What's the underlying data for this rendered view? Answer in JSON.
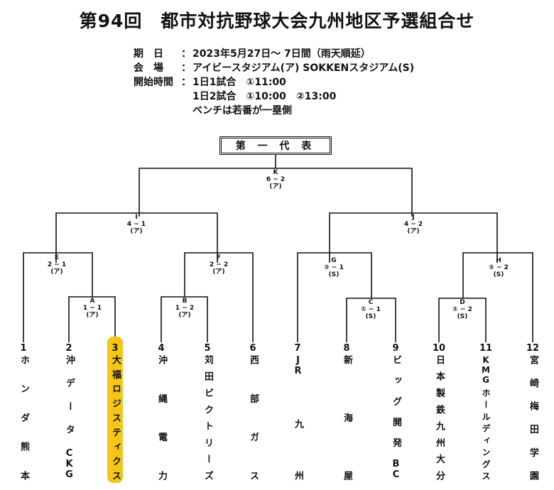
{
  "title": "第94回　都市対抗野球大会九州地区予選組合せ",
  "info": {
    "period_label": "期　日",
    "period_value": "2023年5月27日～ 7日間（雨天順延）",
    "venue_label": "会　場",
    "venue_value": "アイビースタジアム(ア)  SOKKENスタジアム(S)",
    "time_label": "開始時間",
    "time_value_1": "1日1試合　①11:00",
    "time_value_2a": "1日2試合　①10:00",
    "time_value_2b": "②13:00",
    "bench_note": "ベンチは若番が一塁側"
  },
  "champion_label": "第 一 代 表",
  "matches": {
    "K": {
      "id": "K",
      "score": "6 − 2",
      "venue": "(ア)"
    },
    "I": {
      "id": "I",
      "score": "4 − 1",
      "venue": "(ア)"
    },
    "J": {
      "id": "J",
      "score": "4 − 2",
      "venue": "(ア)"
    },
    "E": {
      "id": "E",
      "score": "2 − 1",
      "venue": "(ア)"
    },
    "F": {
      "id": "F",
      "score": "2 − 2",
      "venue": "(ア)"
    },
    "G": {
      "id": "G",
      "score": "② − 1",
      "venue": "(S)"
    },
    "H": {
      "id": "H",
      "score": "② − 2",
      "venue": "(S)"
    },
    "A": {
      "id": "A",
      "score": "1 − 1",
      "venue": "(ア)"
    },
    "B": {
      "id": "B",
      "score": "1 − 2",
      "venue": "(ア)"
    },
    "C": {
      "id": "C",
      "score": "① − 1",
      "venue": "(S)"
    },
    "D": {
      "id": "D",
      "score": "① − 2",
      "venue": "(S)"
    }
  },
  "teams": [
    {
      "num": "1",
      "name": "ホンダ熊本"
    },
    {
      "num": "2",
      "name": "沖データCKG"
    },
    {
      "num": "3",
      "name": "大福ロジスティクス"
    },
    {
      "num": "4",
      "name": "沖縄電力"
    },
    {
      "num": "5",
      "name": "苅田ビクトリーズ"
    },
    {
      "num": "6",
      "name": "西部ガス"
    },
    {
      "num": "7",
      "name": "JR九州"
    },
    {
      "num": "8",
      "name": "新海屋"
    },
    {
      "num": "9",
      "name": "ビッグ開発BC"
    },
    {
      "num": "10",
      "name": "日本製鉄九州大分"
    },
    {
      "num": "11",
      "name": "KMGホールディングス"
    },
    {
      "num": "12",
      "name": "宮崎梅田学園"
    }
  ],
  "colors": {
    "highlight": "#f5c518",
    "line": "#111111"
  }
}
